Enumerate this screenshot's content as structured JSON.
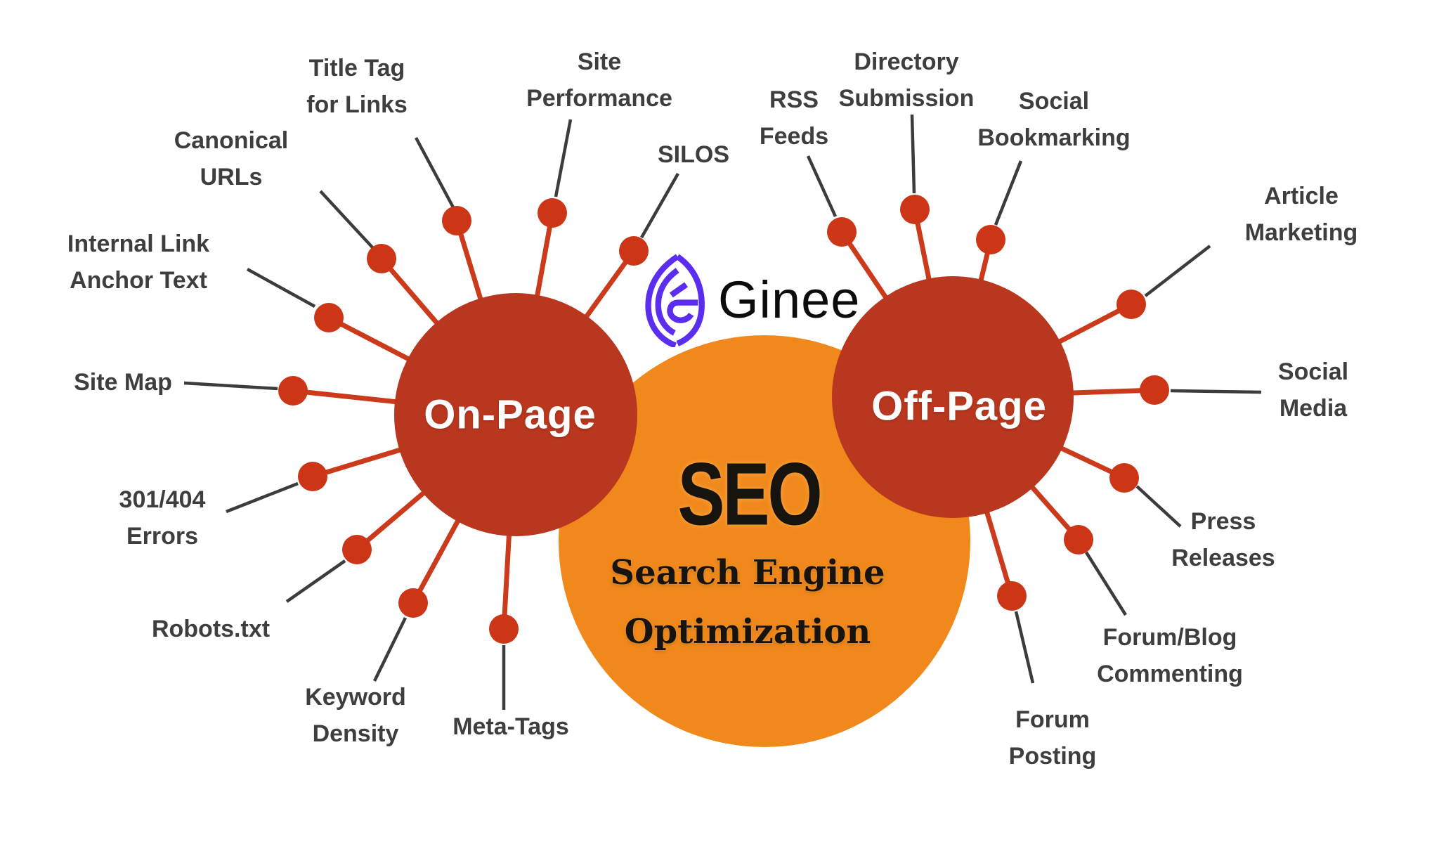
{
  "logo": {
    "brand": "Ginee"
  },
  "center": {
    "acronym": "SEO",
    "title_line1": "Search Engine",
    "title_line2": "Optimization"
  },
  "onpage": {
    "title": "On-Page",
    "items": [
      {
        "label": "Title Tag for Links",
        "lines": [
          "Title Tag",
          "for Links"
        ]
      },
      {
        "label": "Site Performance",
        "lines": [
          "Site",
          "Performance"
        ]
      },
      {
        "label": "SILOS",
        "lines": [
          "SILOS"
        ]
      },
      {
        "label": "Canonical URLs",
        "lines": [
          "Canonical",
          "URLs"
        ]
      },
      {
        "label": "Internal Link Anchor Text",
        "lines": [
          "Internal Link",
          "Anchor Text"
        ]
      },
      {
        "label": "Site Map",
        "lines": [
          "Site Map"
        ]
      },
      {
        "label": "301/404 Errors",
        "lines": [
          "301/404",
          "Errors"
        ]
      },
      {
        "label": "Robots.txt",
        "lines": [
          "Robots.txt"
        ]
      },
      {
        "label": "Keyword Density",
        "lines": [
          "Keyword",
          "Density"
        ]
      },
      {
        "label": "Meta-Tags",
        "lines": [
          "Meta-Tags"
        ]
      }
    ]
  },
  "offpage": {
    "title": "Off-Page",
    "items": [
      {
        "label": "RSS Feeds",
        "lines": [
          "RSS",
          "Feeds"
        ]
      },
      {
        "label": "Directory Submission",
        "lines": [
          "Directory",
          "Submission"
        ]
      },
      {
        "label": "Social Bookmarking",
        "lines": [
          "Social",
          "Bookmarking"
        ]
      },
      {
        "label": "Article Marketing",
        "lines": [
          "Article",
          "Marketing"
        ]
      },
      {
        "label": "Social Media",
        "lines": [
          "Social",
          "Media"
        ]
      },
      {
        "label": "Press Releases",
        "lines": [
          "Press",
          "Releases"
        ]
      },
      {
        "label": "Forum/Blog Commenting",
        "lines": [
          "Forum/Blog",
          "Commenting"
        ]
      },
      {
        "label": "Forum Posting",
        "lines": [
          "Forum",
          "Posting"
        ]
      }
    ]
  },
  "colors": {
    "hub_red": "#b8371e",
    "node_red": "#cc3617",
    "spoke_red": "#cb3a1b",
    "center_orange": "#f0881b",
    "label_text": "#3f3e3e",
    "connector_dark": "#3c3c3c",
    "hub_text": "#ffffff",
    "seo_text": "#17130e",
    "seo_glow": "#f7a340",
    "brand_purple": "#5b2eef",
    "brand_text": "#0c0c0c"
  }
}
